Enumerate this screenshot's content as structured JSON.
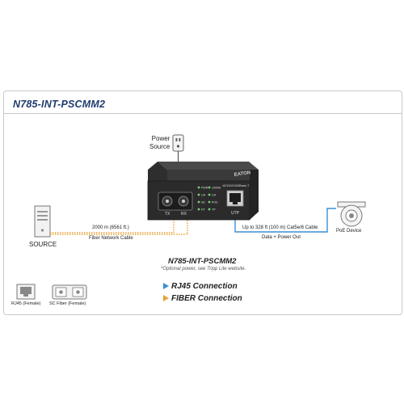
{
  "diagram": {
    "title": "N785-INT-PSCMM2",
    "power_source_label_1": "Power",
    "power_source_label_2": "Source",
    "source_label": "SOURCE",
    "fiber_distance": "2000 m (6561 ft.)",
    "fiber_cable": "Fiber Network Cable",
    "utp_distance": "Up to 328 ft (100 m) Cat5e/6 Cable",
    "utp_data": "Data + Power Out",
    "poe_label": "PoE Device",
    "model_caption": "N785-INT-PSCMM2",
    "optional_note": "*Optional power, see Tripp Lite website.",
    "port_tx": "TX",
    "port_rx": "RX",
    "port_utp": "UTP",
    "port_speed": "10/100/1000Base-T",
    "led_labels": [
      "PWR",
      "1000M",
      "LIA",
      "LIA",
      "SD",
      "POE",
      "FP",
      "TP"
    ],
    "brand": "EATON"
  },
  "legend": {
    "rj45": "RJ45 Connection",
    "fiber": "FIBER Connection",
    "rj45_color": "#3a8fd6",
    "fiber_color": "#e8a23a"
  },
  "icons": {
    "rj45_female": "RJ45 (Female)",
    "sc_fiber_female": "SC Fiber (Female)"
  }
}
